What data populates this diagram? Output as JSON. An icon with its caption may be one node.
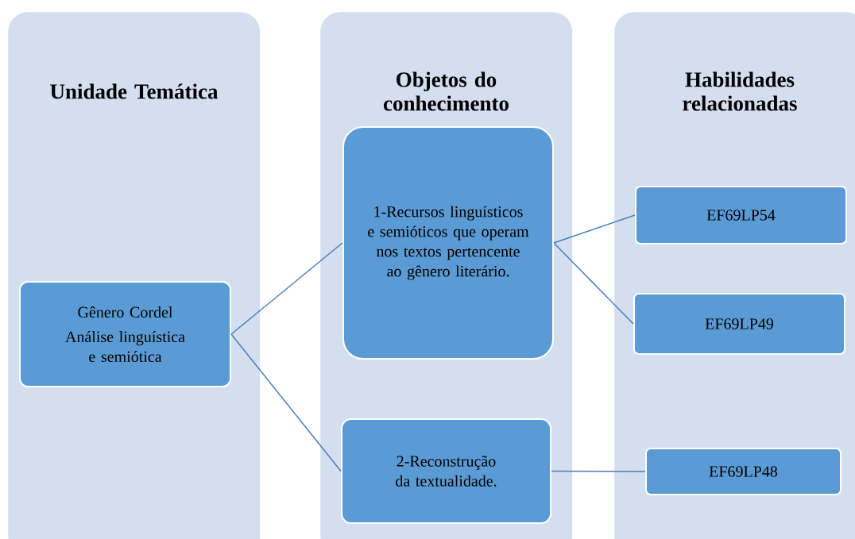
{
  "diagram": {
    "nodes": [
      {
        "text": [
          "Unidade Temática"
        ]
      },
      {
        "text": [
          "Objetos do conhecimento"
        ]
      },
      {
        "text": [
          "Habilidades relacionadas"
        ]
      },
      {
        "text": [
          "Gênero Cordel",
          "Análise linguística e semiótica"
        ],
        "in": 0
      },
      {
        "text": [
          "1-Recursos linguísticos e semióticos que operam nos textos pertencente ao gênero literário."
        ],
        "in": 1
      },
      {
        "text": [
          "2-Reconstrução da textualidade."
        ],
        "in": 1
      },
      {
        "text": [
          "EF69LP54"
        ],
        "in": 2
      },
      {
        "text": [
          "EF69LP49"
        ],
        "in": 2
      },
      {
        "text": [
          "EF69LP48"
        ],
        "in": 2
      }
    ],
    "edges": [
      {
        "from": 3,
        "to": 4,
        "arrow": "none"
      },
      {
        "from": 3,
        "to": 5,
        "arrow": "none"
      },
      {
        "from": 4,
        "to": 6,
        "arrow": "none"
      },
      {
        "from": 4,
        "to": 7,
        "arrow": "none"
      },
      {
        "from": 5,
        "to": 8,
        "arrow": "none"
      }
    ]
  }
}
